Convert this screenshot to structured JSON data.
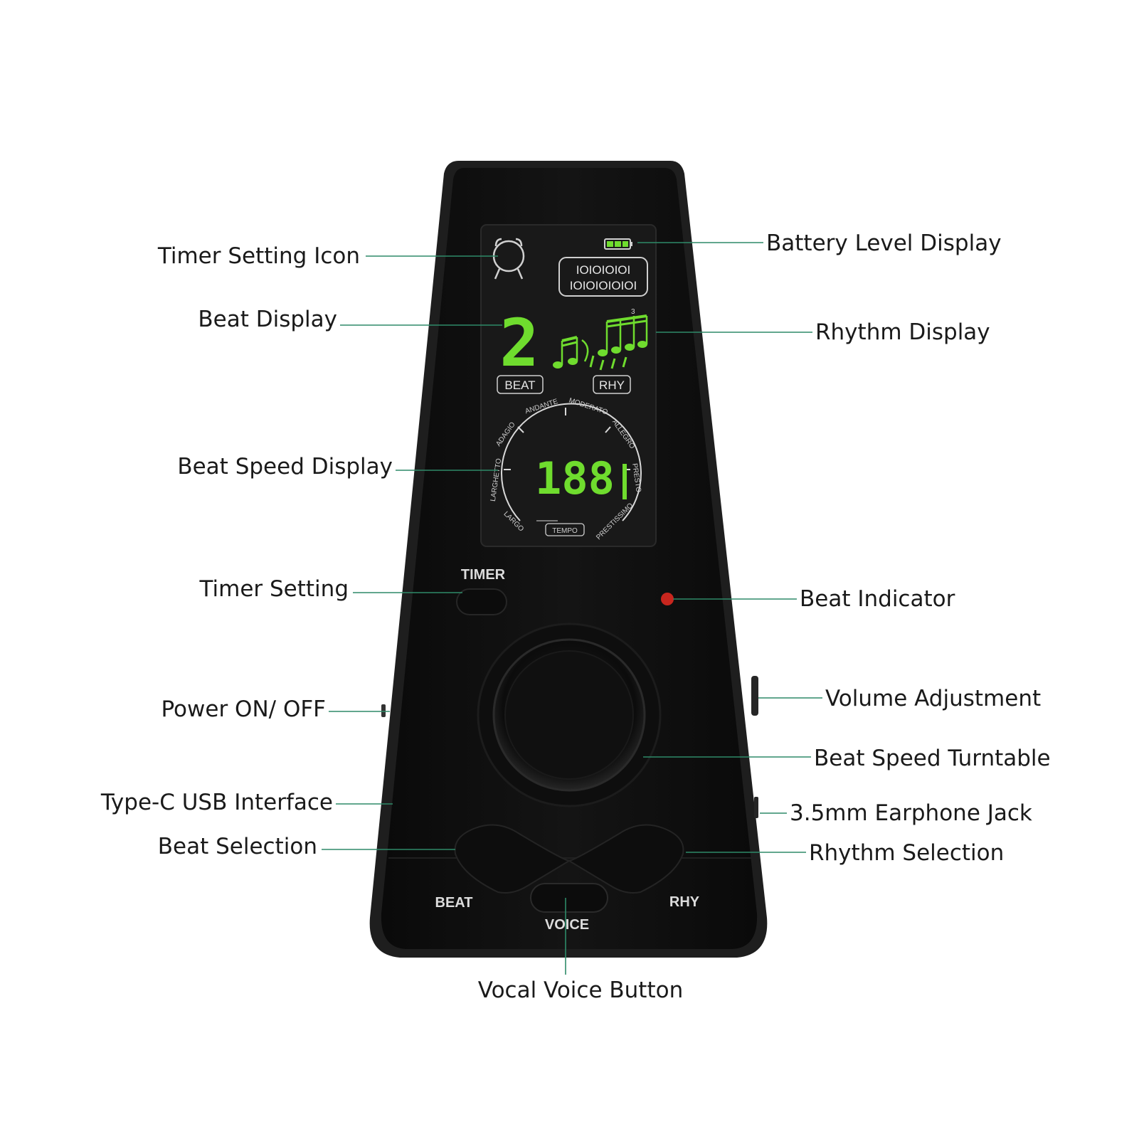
{
  "callouts": {
    "timer_setting_icon": "Timer Setting Icon",
    "beat_display": "Beat Display",
    "beat_speed_display": "Beat Speed Display",
    "timer_setting": "Timer Setting",
    "power_on_off": "Power ON/ OFF",
    "type_c_usb": "Type-C USB Interface",
    "beat_selection": "Beat Selection",
    "battery_level_display": "Battery Level Display",
    "rhythm_display": "Rhythm Display",
    "beat_indicator": "Beat Indicator",
    "volume_adjustment": "Volume Adjustment",
    "beat_speed_turntable": "Beat Speed Turntable",
    "earphone_jack": "3.5mm Earphone Jack",
    "rhythm_selection": "Rhythm Selection",
    "vocal_voice_button": "Vocal Voice Button"
  },
  "display": {
    "beat_value": "2",
    "beat_label": "BEAT",
    "rhythm_label": "RHY",
    "tempo_value": "188",
    "tempo_label": "TEMPO",
    "tempo_marks": [
      "LARGO",
      "LARGHETTO",
      "ADAGIO",
      "ANDANTE",
      "MODERATO",
      "ALLEGRO",
      "PRESTO",
      "PRESTISSIMO"
    ],
    "pattern_row_1": "IOIOIOIOI",
    "pattern_row_2": "IOIOIOIOIOI"
  },
  "buttons": {
    "timer": "TIMER",
    "beat": "BEAT",
    "voice": "VOICE",
    "rhy": "RHY"
  },
  "colors": {
    "device_body": "#111111",
    "lcd_green": "#6fdc2e",
    "beat_indicator": "#c8261e",
    "leader_line": "#2e8a68"
  }
}
